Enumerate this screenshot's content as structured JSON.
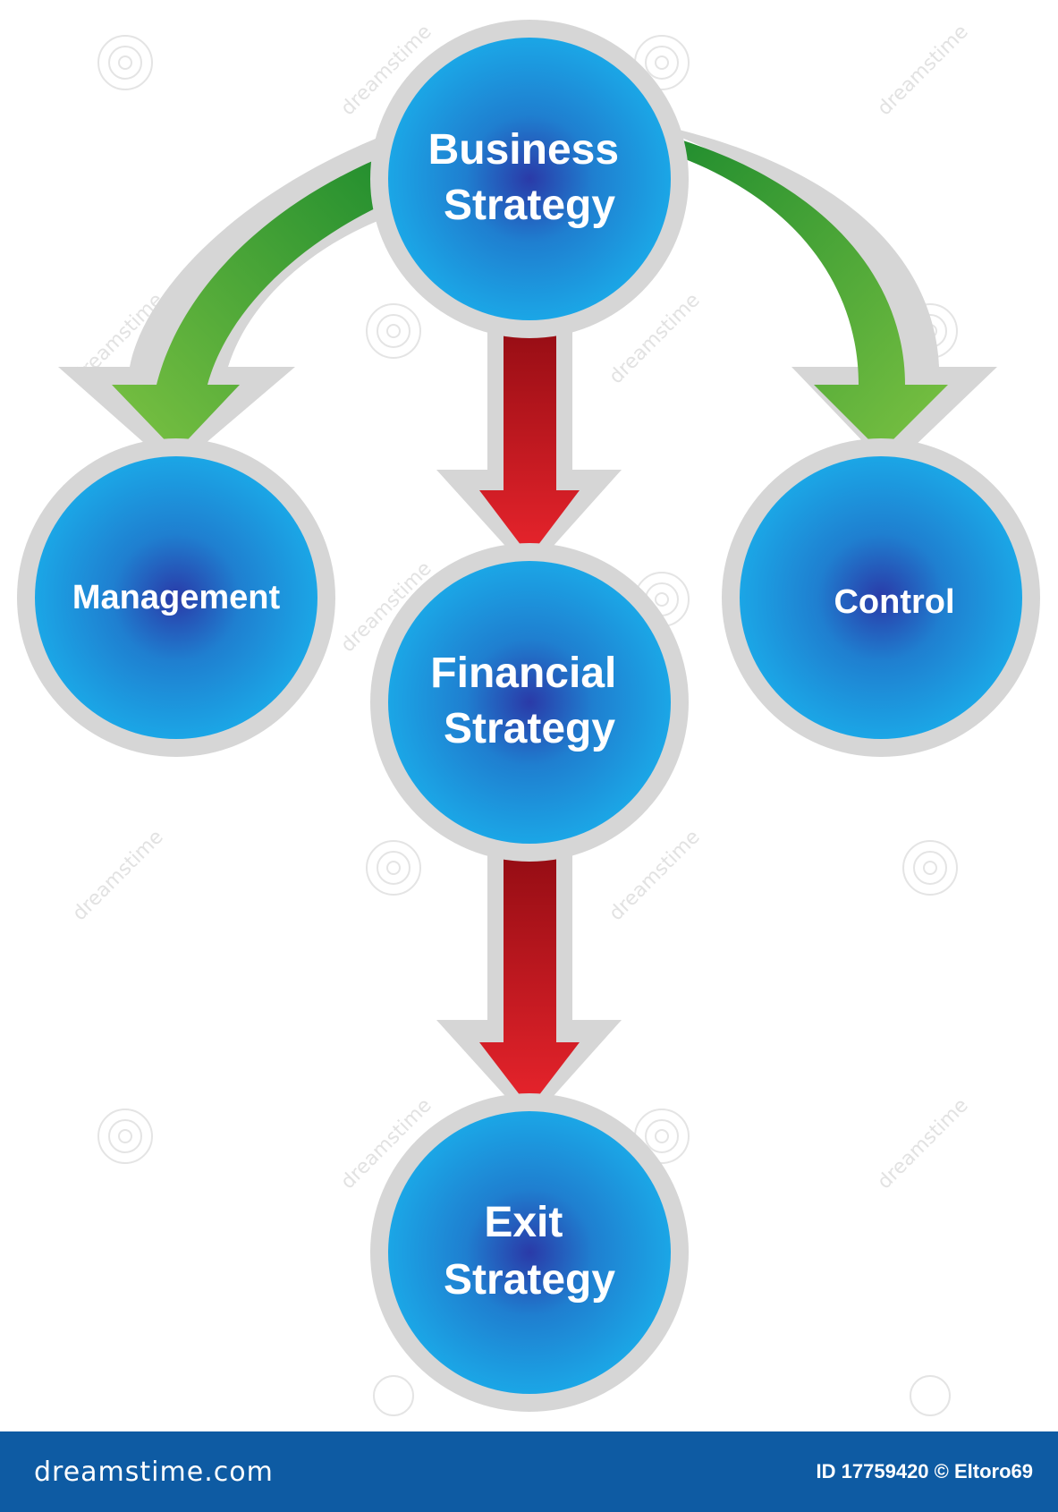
{
  "nodes": {
    "business_strategy": [
      "Business",
      "Strategy"
    ],
    "management": [
      "Management"
    ],
    "financial_strategy": [
      "Financial",
      "Strategy"
    ],
    "control": [
      "Control"
    ],
    "exit_strategy": [
      "Exit",
      "Strategy"
    ]
  },
  "footer": {
    "brand": "dreamstime.com",
    "credit": "ID 17759420 © Eltoro69"
  },
  "watermark": "dreamstime",
  "colors": {
    "node_blue": "#1b9fe0",
    "node_dark": "#2a3aa8",
    "ring_gray": "#d4d4d4",
    "arrow_green": "#66b83a",
    "arrow_green_dark": "#1f8c2e",
    "arrow_red": "#e0222a",
    "arrow_red_dark": "#9b0d14",
    "footer_blue": "#0e5ba3"
  }
}
